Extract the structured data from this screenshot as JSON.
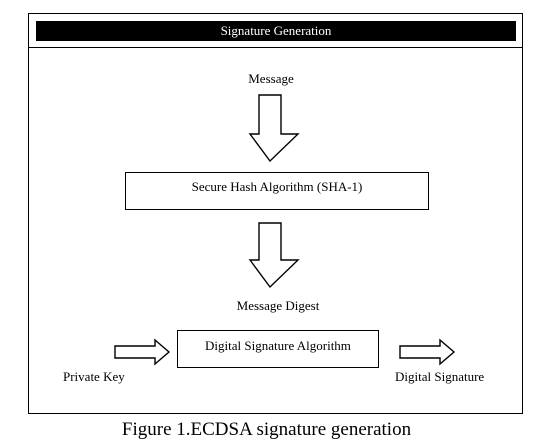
{
  "diagram": {
    "title": "Signature Generation",
    "nodes": {
      "message": "Message",
      "hash_box": "Secure Hash Algorithm (SHA-1)",
      "message_digest": "Message Digest",
      "signature_box": "Digital Signature Algorithm",
      "private_key": "Private Key",
      "digital_signature": "Digital Signature"
    },
    "caption": "Figure 1.ECDSA signature generation"
  }
}
